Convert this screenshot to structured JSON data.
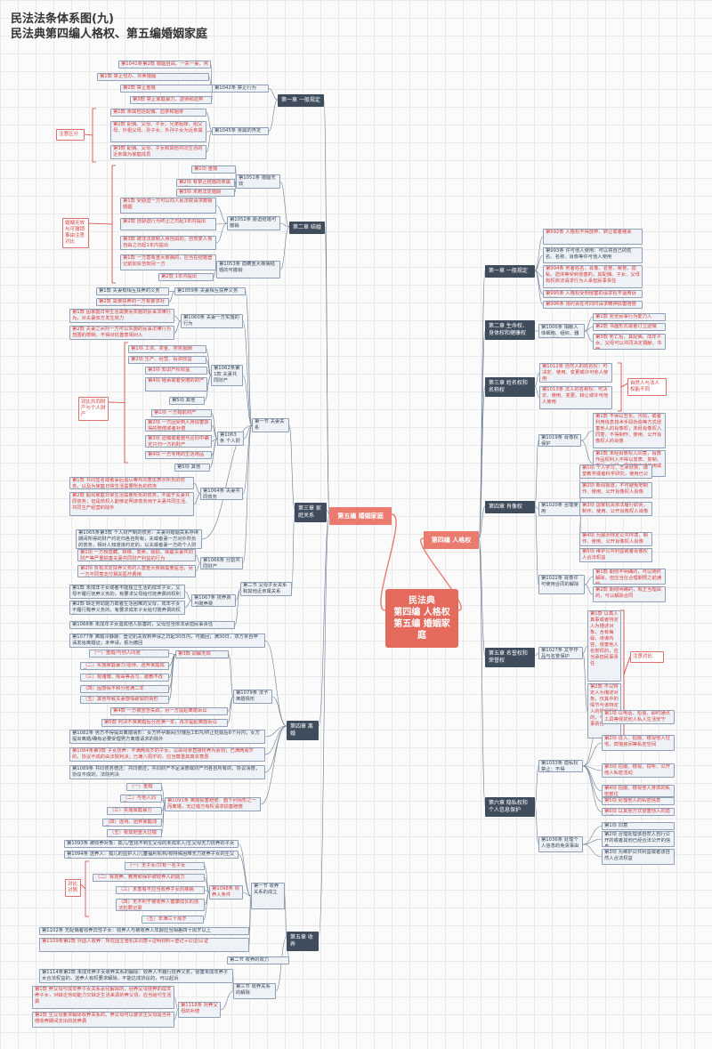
{
  "titles": [
    "民法法条体系图(九)",
    "民法典第四编人格权、第五编婚姻家庭"
  ],
  "colors": {
    "red": "#d83b3b",
    "dark": "#3f4c5c",
    "orange": "#ea7b6e",
    "root": "#e46a5e",
    "line": "#6b7b8f"
  },
  "nodes": [
    {
      "id": "root",
      "t": "民法典\n第四编 人格权\n第五编 婚姻家庭",
      "s": "root"
    },
    {
      "id": "b4",
      "t": "第四编 人格权",
      "s": "org"
    },
    {
      "id": "b5",
      "t": "第五编 婚姻家庭",
      "s": "org"
    },
    {
      "id": "p1",
      "t": "第一章 一般规定",
      "s": "dk",
      "p": "b4"
    },
    {
      "id": "p1a",
      "t": "第992条 人格权不得放弃、转让或者继承",
      "s": "r",
      "p": "p1"
    },
    {
      "id": "p1b",
      "t": "第993条 许可他人使用：可以将自己的姓名、名称、肖像等许可他人使用",
      "p": "p1"
    },
    {
      "id": "p1c",
      "t": "第994条 死者姓名、肖像、名誉、荣誉、隐私、遗体等受到侵害的，其配偶、子女、父母有权依法请求行为人承担民事责任",
      "s": "r",
      "p": "p1"
    },
    {
      "id": "p1d",
      "t": "第995条 人格权受到侵害的请求权不适用诉讼时效",
      "s": "r",
      "p": "p1"
    },
    {
      "id": "p1e",
      "t": "第996条 违约责任可同时请求精神损害赔偿",
      "s": "r",
      "p": "p1"
    },
    {
      "id": "p2",
      "t": "第二章 生命权、身体权和健康权",
      "s": "dk",
      "p": "b4"
    },
    {
      "id": "p2a",
      "t": "第1006条 捐献人体细胞、组织、器官、遗体",
      "p": "p2"
    },
    {
      "id": "p2a1",
      "t": "第1款 完全民事行为能力人",
      "s": "r",
      "p": "p2a"
    },
    {
      "id": "p2a2",
      "t": "第2款 书面形式或者订立遗嘱",
      "s": "r",
      "p": "p2a"
    },
    {
      "id": "p2a3",
      "t": "第3款 死亡后，其配偶、成年子女、父母可以共同决定捐献，书面",
      "s": "r",
      "p": "p2a"
    },
    {
      "id": "p3",
      "t": "第三章 姓名权和名称权",
      "s": "dk",
      "p": "b4"
    },
    {
      "id": "p3a",
      "t": "第1012条 自然人的姓名权：可决定、使用、变更或许可他人使用",
      "s": "r",
      "p": "p3"
    },
    {
      "id": "p3b",
      "t": "第1013条 法人的名称权：可决定、使用、变更、转让或许可他人使用",
      "s": "r",
      "p": "p3"
    },
    {
      "id": "p4",
      "t": "第四章 肖像权",
      "s": "dk",
      "p": "b4"
    },
    {
      "id": "p4a",
      "t": "第1019条 肖像权保护",
      "p": "p4"
    },
    {
      "id": "p4a1",
      "t": "第1款 不得以丑化、污损，或者利用信息技术手段伪造等方式侵害他人的肖像权；未经肖像权人同意，不得制作、使用、公开肖像权人的肖像",
      "s": "r",
      "p": "p4a"
    },
    {
      "id": "p4a2",
      "t": "第2款 未经肖像权人同意，肖像作品权利人不得以发表、复制、发行、出租、展览等方式使用或者公开肖像权人的肖像",
      "s": "r",
      "p": "p4a"
    },
    {
      "id": "p4b",
      "t": "第1020条 合理使用",
      "p": "p4"
    },
    {
      "id": "p4b1",
      "t": "第1项 个人学习、艺术欣赏、课堂教学或者科学研究，使用已公开肖像",
      "s": "r",
      "p": "p4b"
    },
    {
      "id": "p4b2",
      "t": "第2项 新闻报道，不可避免地制作、使用、公开肖像权人肖像",
      "s": "r",
      "p": "p4b"
    },
    {
      "id": "p4b3",
      "t": "第3项 国家机关依法履行职责，制作、使用、公开肖像权人肖像",
      "s": "r",
      "p": "p4b"
    },
    {
      "id": "p4b4",
      "t": "第4项 为展示特定公共环境，制作、使用、公开肖像权人肖像",
      "s": "r",
      "p": "p4b"
    },
    {
      "id": "p4b5",
      "t": "第5项 维护公共利益或者肖像权人合法权益",
      "s": "r",
      "p": "p4b"
    },
    {
      "id": "p4c",
      "t": "第1022条 肖像许可使用合同的解除",
      "p": "p4"
    },
    {
      "id": "p4c1",
      "t": "第1款 期限不明确的，可以随时解除，但应当在合理期限之前通知",
      "s": "r",
      "p": "p4c"
    },
    {
      "id": "p4c2",
      "t": "第2款 期限明确的，有正当理由的，可以解除合同",
      "s": "r",
      "p": "p4c"
    },
    {
      "id": "p5",
      "t": "第五章 名誉权和荣誉权",
      "s": "dk",
      "p": "b4"
    },
    {
      "id": "p5a",
      "t": "第1027条 文学作品与名誉保护",
      "p": "p5"
    },
    {
      "id": "p5a1",
      "t": "第1款 以真人真事或者特定人为描述对象，含有侮辱、诽谤内容，侵害他人名誉权的，应当承担民事责任",
      "s": "r",
      "p": "p5a"
    },
    {
      "id": "p5a2",
      "t": "第2款 不以特定人为描述对象，仅其中的情节与该特定人的情况相似的，不承担民事责任",
      "s": "r",
      "p": "p5a"
    },
    {
      "id": "p6",
      "t": "第六章 隐私权和个人信息保护",
      "s": "dk",
      "p": "b4"
    },
    {
      "id": "p6a",
      "t": "第1033条 隐私权禁止：不得",
      "p": "p6"
    },
    {
      "id": "p6a1",
      "t": "第1项 以电话、短信、即时通讯工具等侵扰他人私人生活安宁",
      "s": "r",
      "p": "p6a"
    },
    {
      "id": "p6a2",
      "t": "第2项 进入、拍摄、窥视他人住宅、宾馆房间等私密空间",
      "s": "r",
      "p": "p6a"
    },
    {
      "id": "p6a3",
      "t": "第3项 拍摄、窥视、窃听、公开他人私密活动",
      "s": "r",
      "p": "p6a"
    },
    {
      "id": "p6a4",
      "t": "第4项 拍摄、窥视他人身体的私密部位",
      "s": "r",
      "p": "p6a"
    },
    {
      "id": "p6a5",
      "t": "第5项 处理他人的私密信息",
      "s": "r",
      "p": "p6a"
    },
    {
      "id": "p6a6",
      "t": "第6项 以其他方式侵害他人的隐私权",
      "s": "r",
      "p": "p6a"
    },
    {
      "id": "p6b",
      "t": "第1036条 处理个人信息的免责事由",
      "p": "p6"
    },
    {
      "id": "p6b1",
      "t": "第1项 同意",
      "p": "p6b"
    },
    {
      "id": "p6b2",
      "t": "第2项 合理处理该自然人自行公开的或者其他已经合法公开的信息",
      "p": "p6b"
    },
    {
      "id": "p6b3",
      "t": "第3项 为维护公共利益或者该自然人合法权益",
      "p": "p6b"
    },
    {
      "id": "c1",
      "t": "第一章 一般规定",
      "s": "dk",
      "p": "b5"
    },
    {
      "id": "c1a",
      "t": "第1042条 禁止行为",
      "p": "c1"
    },
    {
      "id": "c1a1",
      "t": "第1041条第2款 婚姻自由、一夫一妻、男女平等",
      "s": "r",
      "p": "c1a"
    },
    {
      "id": "c1a2",
      "t": "第1款 禁止包办、买卖婚姻",
      "s": "r",
      "p": "c1a"
    },
    {
      "id": "c1a3",
      "t": "第2款 禁止重婚",
      "s": "r",
      "p": "c1a"
    },
    {
      "id": "c1a4",
      "t": "第3款 禁止家庭暴力、虐待和遗弃",
      "s": "r",
      "p": "c1a"
    },
    {
      "id": "c1b",
      "t": "第1045条 亲属的界定",
      "p": "c1"
    },
    {
      "id": "c1b1",
      "t": "第1款 亲属包括配偶、血亲和姻亲",
      "s": "r",
      "p": "c1b"
    },
    {
      "id": "c1b2",
      "t": "第2款 配偶、父母、子女、兄弟姐妹、祖父母、外祖父母、孙子女、外孙子女为近亲属",
      "s": "r",
      "p": "c1b"
    },
    {
      "id": "c1b3",
      "t": "第3款 配偶、父母、子女和其他共同生活的近亲属为家庭成员",
      "s": "r",
      "p": "c1b"
    },
    {
      "id": "c2",
      "t": "第二章 结婚",
      "s": "dk",
      "p": "b5"
    },
    {
      "id": "c2a",
      "t": "第1051条 婚姻无效",
      "p": "c2"
    },
    {
      "id": "c2a1",
      "t": "第1项 重婚",
      "s": "r",
      "p": "c2a"
    },
    {
      "id": "c2a2",
      "t": "第2项 有禁止结婚的亲属关系",
      "s": "r",
      "p": "c2a"
    },
    {
      "id": "c2a3",
      "t": "第3项 未到法定婚龄",
      "s": "r",
      "p": "c2a"
    },
    {
      "id": "c2b",
      "t": "第1052条 胁迫结婚可撤销",
      "p": "c2"
    },
    {
      "id": "c2b1",
      "t": "第1款 受胁迫一方可以向人民法院请求撤销婚姻",
      "s": "r",
      "p": "c2b"
    },
    {
      "id": "c2b2",
      "t": "第2款 自胁迫行为终止之日起1年内提出",
      "s": "r",
      "p": "c2b"
    },
    {
      "id": "c2b3",
      "t": "第3款 被非法限制人身自由的，自恢复人身自由之日起1年内提出",
      "s": "r",
      "p": "c2b"
    },
    {
      "id": "c2c",
      "t": "第1053条 隐瞒重大疾病结婚的可撤销",
      "p": "c2"
    },
    {
      "id": "c2c1",
      "t": "第1款 一方患有重大疾病的，应当在结婚登记前如实告知另一方",
      "s": "r",
      "p": "c2c"
    },
    {
      "id": "c2c2",
      "t": "第2款 1年内提出",
      "s": "r",
      "p": "c2c"
    },
    {
      "id": "c3",
      "t": "第三章 家庭关系",
      "s": "dk",
      "p": "b5"
    },
    {
      "id": "c3s1",
      "t": "第一节 夫妻关系",
      "p": "c3"
    },
    {
      "id": "c3a",
      "t": "第1059条 夫妻相互扶养义务",
      "p": "c3s1"
    },
    {
      "id": "c3a1",
      "t": "第1款 夫妻有相互扶养的义务",
      "p": "c3a"
    },
    {
      "id": "c3a2",
      "t": "第2款 需要扶养的一方有要求对方给付扶养费的权利",
      "s": "r",
      "p": "c3a"
    },
    {
      "id": "c3b",
      "t": "第1060条 夫妻一方实施的行为",
      "p": "c3s1"
    },
    {
      "id": "c3b1",
      "t": "第1款 因家庭日常生活需要而实施的民事法律行为，对夫妻双方发生效力",
      "s": "r",
      "p": "c3b"
    },
    {
      "id": "c3b2",
      "t": "第2款 夫妻之间对一方可以实施的民事法律行为范围的限制，不得对抗善意相对人",
      "s": "r",
      "p": "c3b"
    },
    {
      "id": "c3c",
      "t": "第1062条第1款 夫妻共同财产",
      "p": "c3s1"
    },
    {
      "id": "c3c1",
      "t": "第1项 工资、奖金、劳务报酬",
      "s": "r",
      "p": "c3c"
    },
    {
      "id": "c3c2",
      "t": "第2项 生产、经营、投资收益",
      "s": "r",
      "p": "c3c"
    },
    {
      "id": "c3c3",
      "t": "第3项 知识产权收益",
      "s": "r",
      "p": "c3c"
    },
    {
      "id": "c3c4",
      "t": "第4项 继承或者受赠的财产",
      "s": "r",
      "p": "c3c"
    },
    {
      "id": "c3c5",
      "t": "第5项 其他",
      "p": "c3c"
    },
    {
      "id": "c3d",
      "t": "第1063条 个人财产",
      "p": "c3s1"
    },
    {
      "id": "c3d1",
      "t": "第1项 一方婚前财产",
      "s": "r",
      "p": "c3d"
    },
    {
      "id": "c3d2",
      "t": "第2项 一方因受到人身损害获得的赔偿或者补偿",
      "s": "r",
      "p": "c3d"
    },
    {
      "id": "c3d3",
      "t": "第3项 遗嘱或者赠与合同中确定只归一方的财产",
      "s": "r",
      "p": "c3d"
    },
    {
      "id": "c3d4",
      "t": "第4项 一方专用的生活用品",
      "s": "r",
      "p": "c3d"
    },
    {
      "id": "c3d5",
      "t": "第5项 其他",
      "p": "c3d"
    },
    {
      "id": "c3e",
      "t": "第1064条 夫妻共同债务",
      "p": "c3s1"
    },
    {
      "id": "c3e1",
      "t": "第1款 共同签名或者事后追认等共同意思表示所负的债务，以及为家庭日常生活需要所负的债务",
      "s": "r",
      "p": "c3e"
    },
    {
      "id": "c3e2",
      "t": "第2款 超出家庭日常生活需要所负的债务，不属于夫妻共同债务；但是债权人能够证明该债务用于夫妻共同生活、共同生产经营的除外",
      "s": "r",
      "p": "c3e"
    },
    {
      "id": "c3f",
      "t": "第1065条第3款 个人财产制的债务：夫妻对婚姻关系存续期间所得的财产约定归各自所有，夫或者妻一方对外所负的债务，相对人知道该约定的，以夫或者妻一方的个人财产清偿",
      "p": "c3s1"
    },
    {
      "id": "c3g",
      "t": "第1066条 分割共同财产",
      "p": "c3s1"
    },
    {
      "id": "c3g1",
      "t": "第1项 一方有隐藏、转移、变卖、毁损、挥霍夫妻共同财产等严重损害夫妻共同财产利益的行为",
      "s": "r",
      "p": "c3g"
    },
    {
      "id": "c3g2",
      "t": "第2项 负有法定扶养义务的人患重大疾病需要医治，另一方不同意支付相关医疗费用",
      "s": "r",
      "p": "c3g"
    },
    {
      "id": "c3s2",
      "t": "第二节 父母子女关系和其他近亲属关系",
      "p": "c3"
    },
    {
      "id": "c3h",
      "t": "第1067条 抚养费与赡养费",
      "p": "c3s2"
    },
    {
      "id": "c3h1",
      "t": "第1款 未成年子女或者不能独立生活的成年子女，父母不履行抚养义务的，有要求父母给付抚养费的权利",
      "p": "c3h"
    },
    {
      "id": "c3h2",
      "t": "第2款 缺乏劳动能力或者生活困难的父母，成年子女不履行赡养义务的，有要求成年子女给付赡养费的权利",
      "p": "c3h"
    },
    {
      "id": "c3i",
      "t": "第1068条 未成年子女造成他人损害的，父母应当依法承担民事责任",
      "p": "c3s2"
    },
    {
      "id": "c4",
      "t": "第四章 离婚",
      "s": "dk",
      "p": "b5"
    },
    {
      "id": "c4a",
      "t": "第1077条 离婚冷静期：登记机关收到申请之日起30日内，可撤回；满30日，双方亲自申请发给离婚证；未申请，视为撤回",
      "p": "c4"
    },
    {
      "id": "c4b",
      "t": "第1079条 法予离婚情形",
      "p": "c4"
    },
    {
      "id": "c4b1",
      "t": "第3款 调解无效",
      "s": "r",
      "p": "c4b"
    },
    {
      "id": "c4b11",
      "t": "（一）重婚/与他人同居",
      "s": "r",
      "p": "c4b1"
    },
    {
      "id": "c4b12",
      "t": "（二）实施家庭暴力/虐待、遗弃家庭成员",
      "s": "r",
      "p": "c4b1"
    },
    {
      "id": "c4b13",
      "t": "（三）有赌博、吸毒等恶习，屡教不改",
      "s": "r",
      "p": "c4b1"
    },
    {
      "id": "c4b14",
      "t": "（四）因感情不和分居满二年",
      "s": "r",
      "p": "c4b1"
    },
    {
      "id": "c4b15",
      "t": "（五）其他导致夫妻感情破裂的情形",
      "s": "r",
      "p": "c4b1"
    },
    {
      "id": "c4b2",
      "t": "第4款 一方被宣告失踪，另一方提起离婚诉讼",
      "s": "r",
      "p": "c4b"
    },
    {
      "id": "c4b3",
      "t": "第5款 判决不准离婚后分居满一年，再次提起离婚诉讼",
      "s": "r",
      "p": "c4b"
    },
    {
      "id": "c4c",
      "t": "第1082条 男方不得提出离婚情形：女方怀孕期间/分娩后1年内/终止妊娠后6个月内；女方提出离婚/确有必要受理男方离婚请求的除外",
      "p": "c4"
    },
    {
      "id": "c4d",
      "t": "第1084条第3款 子女抚养：不满两周岁的子女，以由母亲直接抚养为原则；已满两周岁的，协议不成的由法院判决；已满八周岁的，应当尊重其真实意愿",
      "s": "r",
      "p": "c4"
    },
    {
      "id": "c4e",
      "t": "第1089条 共同债务偿还：共同偿还；共同财产不足清偿或财产归各自所有的，协议清偿，协议不成的，法院判决",
      "p": "c4"
    },
    {
      "id": "c4f",
      "t": "第1091条 离婚损害赔偿：面下列情形之一而离婚，无过错方有权请求损害赔偿",
      "s": "r",
      "p": "c4"
    },
    {
      "id": "c4f1",
      "t": "（一）重婚",
      "s": "r",
      "p": "c4f"
    },
    {
      "id": "c4f2",
      "t": "（二）与他人同居",
      "s": "r",
      "p": "c4f"
    },
    {
      "id": "c4f3",
      "t": "（三）实施家庭暴力",
      "s": "r",
      "p": "c4f"
    },
    {
      "id": "c4f4",
      "t": "（四）虐待、遗弃家庭成员",
      "s": "r",
      "p": "c4f"
    },
    {
      "id": "c4f5",
      "t": "（五）有其他重大过错",
      "s": "r",
      "p": "c4f"
    },
    {
      "id": "c5",
      "t": "第五章 收养",
      "s": "dk",
      "p": "b5"
    },
    {
      "id": "c5s1",
      "t": "第一节 收养关系的成立",
      "p": "c5"
    },
    {
      "id": "c5a",
      "t": "第1093条 被收养对象：孤儿/查找不到生父母的未成年人/生父母无力抚养的子女",
      "p": "c5s1"
    },
    {
      "id": "c5b",
      "t": "第1094条 送养人：孤儿的监护人/儿童福利机构/有特殊困难无力抚养子女的生父母",
      "p": "c5s1"
    },
    {
      "id": "c5c",
      "t": "第1098条 收养人条件",
      "s": "r",
      "p": "c5s1"
    },
    {
      "id": "c5c1",
      "t": "（一）无子女/只有一名子女",
      "s": "r",
      "p": "c5c"
    },
    {
      "id": "c5c2",
      "t": "（二）有抚养、教育和保护被收养人的能力",
      "s": "r",
      "p": "c5c"
    },
    {
      "id": "c5c3",
      "t": "（三）未患有不应当收养子女的疾病",
      "s": "r",
      "p": "c5c"
    },
    {
      "id": "c5c4",
      "t": "（四）无不利于被收养人健康成长的违法犯罪记录",
      "s": "r",
      "p": "c5c"
    },
    {
      "id": "c5c5",
      "t": "（五）年满三十周岁",
      "s": "r",
      "p": "c5c"
    },
    {
      "id": "c5d",
      "t": "第1102条 无配偶者收养异性子女：收养人与被收养人年龄应当相差四十周岁以上",
      "p": "c5s1"
    },
    {
      "id": "c5e",
      "t": "第1109条第2款 外国人收养：所在国主管机关同意+证明材料+登记+公证/认证",
      "s": "r",
      "p": "c5s1"
    },
    {
      "id": "c5s2",
      "t": "第二节 收养的效力",
      "p": "c5"
    },
    {
      "id": "c5s3",
      "t": "第三节 收养关系的解除",
      "p": "c5"
    },
    {
      "id": "c5f",
      "t": "第1114条第2款 未成年养子女收养关系的解除：收养人不履行抚养义务，侵害未成年养子女合法权益的，送养人有权要求解除，不能达成协议的，可以起诉",
      "p": "c5s3"
    },
    {
      "id": "c5g",
      "t": "第1118条 对养父母的补偿",
      "s": "r",
      "p": "c5s3"
    },
    {
      "id": "c5g1",
      "t": "第1款 养父母与成年养子女关系恶化解除的，经养父母抚养的成年养子女，对缺乏劳动能力又缺乏生活来源的养父母，应当给付生活费",
      "s": "r",
      "p": "c5g"
    },
    {
      "id": "c5g2",
      "t": "第2款 生父母要求解除收养关系的，养父母可以要求生父母适当补偿收养期间支出的抚养费",
      "s": "r",
      "p": "c5g"
    }
  ],
  "notes": [
    {
      "id": "n1",
      "t": "注意区分"
    },
    {
      "id": "n2",
      "t": "婚姻无效与可撤销事由注意对比"
    },
    {
      "id": "n3",
      "t": "对比共同财产与个人财产"
    },
    {
      "id": "n4",
      "t": "对比对照"
    },
    {
      "id": "n5",
      "t": "自然人与法人权能不同"
    },
    {
      "id": "n6",
      "t": "注意对比"
    }
  ]
}
